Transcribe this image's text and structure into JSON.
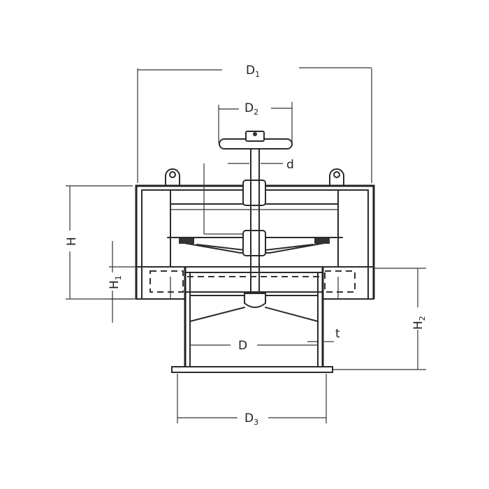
{
  "labels": {
    "d1": {
      "main": "D",
      "sub": "1"
    },
    "d2": {
      "main": "D",
      "sub": "2"
    },
    "d3": {
      "main": "D",
      "sub": "3"
    },
    "d": {
      "main": "d",
      "sub": ""
    },
    "big_d": {
      "main": "D",
      "sub": ""
    },
    "t": {
      "main": "t",
      "sub": ""
    },
    "h": {
      "main": "H",
      "sub": ""
    },
    "h1": {
      "main": "H",
      "sub": "1"
    },
    "h2": {
      "main": "H",
      "sub": "2"
    }
  }
}
